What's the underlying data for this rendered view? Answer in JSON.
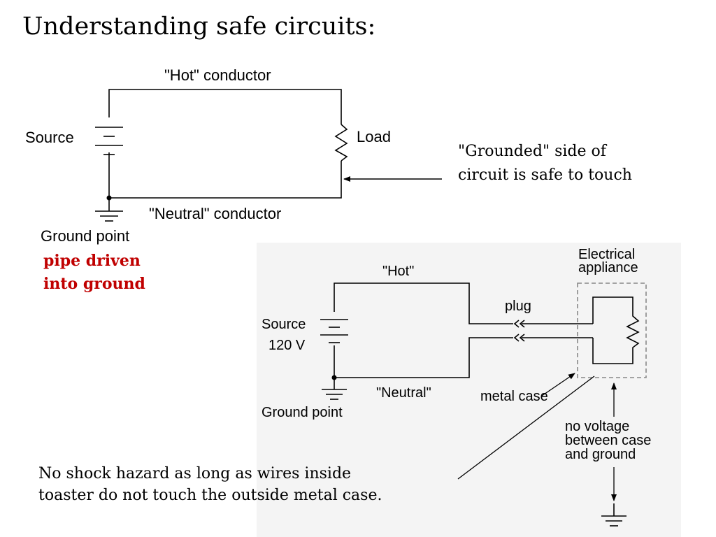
{
  "title": "Understanding safe circuits:",
  "top_circuit": {
    "hot_label": "\"Hot\" conductor",
    "source_label": "Source",
    "load_label": "Load",
    "neutral_label": "\"Neutral\" conductor",
    "ground_label": "Ground point"
  },
  "ground_note": {
    "line1": "pipe driven",
    "line2": "into ground",
    "color": "#c00000"
  },
  "grounded_note": {
    "line1": "\"Grounded\" side of",
    "line2": "circuit is safe to touch"
  },
  "appliance_circuit": {
    "appliance_line1": "Electrical",
    "appliance_line2": "appliance",
    "hot_label": "\"Hot\"",
    "plug_label": "plug",
    "source_line1": "Source",
    "source_line2": "120 V",
    "neutral_label": "\"Neutral\"",
    "metal_case_label": "metal case",
    "ground_label": "Ground point",
    "voltage_line1": "no voltage",
    "voltage_line2": "between case",
    "voltage_line3": "and ground",
    "panel_color": "#f4f4f4"
  },
  "hazard_note": {
    "line1": "No shock hazard as long as wires inside",
    "line2": "toaster do not touch the outside metal case."
  }
}
